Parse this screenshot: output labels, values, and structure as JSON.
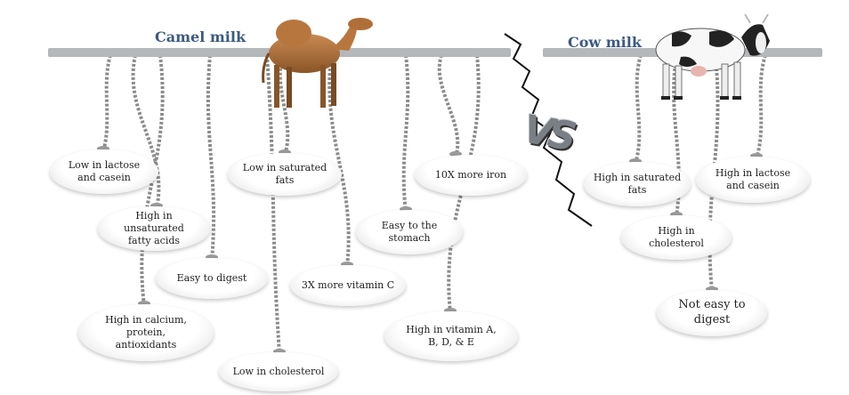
{
  "labels": {
    "camel_title": "Camel milk",
    "cow_title": "Cow milk",
    "vs": "VS"
  },
  "camel_items": [
    [
      "Low in lactose",
      "and casein"
    ],
    [
      "High in unsaturated",
      "fatty acids"
    ],
    [
      "Easy to digest"
    ],
    [
      "High in calcium,",
      "protein,",
      "antioxidants"
    ],
    [
      "Low in saturated",
      "fats"
    ],
    [
      "Low in cholesterol"
    ],
    [
      "3X more vitamin C"
    ],
    [
      "Easy to the",
      "stomach"
    ],
    [
      "10X more iron"
    ],
    [
      "High in vitamin A,",
      "B, D, & E"
    ]
  ],
  "cow_items": [
    [
      "High in saturated",
      "fats"
    ],
    [
      "High in",
      "cholesterol"
    ],
    [
      "Not easy to",
      "digest"
    ],
    [
      "High in lactose",
      "and casein"
    ]
  ],
  "icons": [
    "camel-icon",
    "cow-icon",
    "lightning-bolt-icon"
  ],
  "colors": {
    "title": "#3d5a80",
    "bar": "#b5b8bb",
    "rope": "#8c8c8c"
  }
}
